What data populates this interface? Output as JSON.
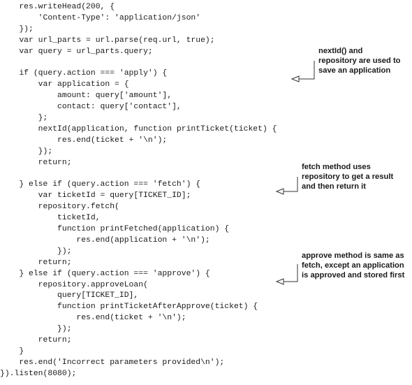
{
  "code_lines": [
    "    res.writeHead(200, {",
    "        'Content-Type': 'application/json'",
    "    });",
    "    var url_parts = url.parse(req.url, true);",
    "    var query = url_parts.query;",
    "",
    "    if (query.action === 'apply') {",
    "        var application = {",
    "            amount: query['amount'],",
    "            contact: query['contact'],",
    "        };",
    "        nextId(application, function printTicket(ticket) {",
    "            res.end(ticket + '\\n');",
    "        });",
    "        return;",
    "",
    "    } else if (query.action === 'fetch') {",
    "        var ticketId = query[TICKET_ID];",
    "        repository.fetch(",
    "            ticketId,",
    "            function printFetched(application) {",
    "                res.end(application + '\\n');",
    "            });",
    "        return;",
    "    } else if (query.action === 'approve') {",
    "        repository.approveLoan(",
    "            query[TICKET_ID],",
    "            function printTicketAfterApprove(ticket) {",
    "                res.end(ticket + '\\n');",
    "            });",
    "        return;",
    "    }",
    "    res.end('Incorrect parameters provided\\n');",
    "}).listen(8080);"
  ],
  "annotations": [
    {
      "lines": [
        "nextId() and",
        "repository are used to",
        "save an application"
      ]
    },
    {
      "lines": [
        "fetch method uses",
        "repository to get a result",
        "and then return it"
      ]
    },
    {
      "lines": [
        "approve method is same as",
        "fetch, except an application",
        "is approved and stored first"
      ]
    }
  ]
}
